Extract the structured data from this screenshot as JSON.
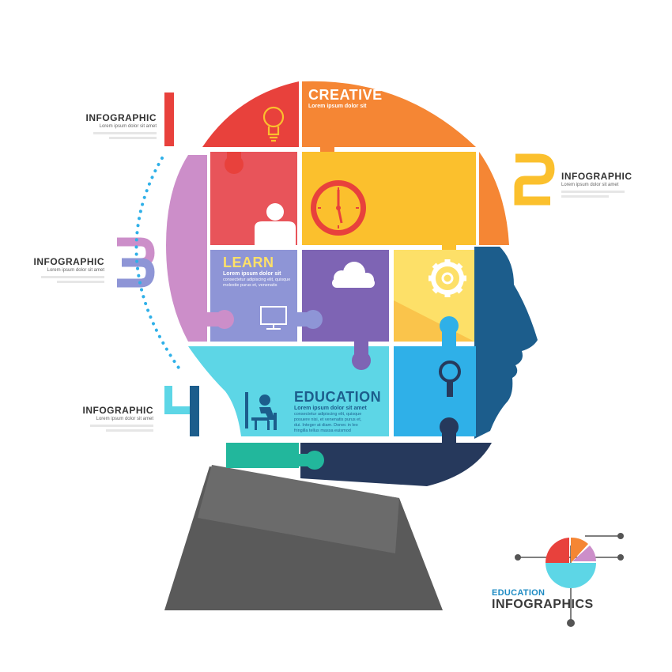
{
  "colors": {
    "red": "#e8413c",
    "orange": "#f58634",
    "yellow": "#fbc02d",
    "lightyellow": "#fde068",
    "pink": "#e8545a",
    "purple": "#7e64b4",
    "lavender": "#cc8ec9",
    "periwinkle": "#8e95d6",
    "cyan": "#5dd6e6",
    "blue": "#2fb0e8",
    "darkblue": "#1c5d8c",
    "navy": "#26395c",
    "teal": "#22b79c",
    "gray": "#5a5a5a",
    "darkgray": "#3d3d3d"
  },
  "labels": {
    "item1": {
      "title": "INFOGRAPHIC",
      "subtitle": "Lorem ipsum dolor sit amet",
      "number": "1"
    },
    "item2": {
      "title": "INFOGRAPHIC",
      "subtitle": "Lorem ipsum dolor sit amet",
      "number": "2"
    },
    "item3": {
      "title": "INFOGRAPHIC",
      "subtitle": "Lorem ipsum dolor sit amet",
      "number": "3"
    },
    "item4": {
      "title": "INFOGRAPHIC",
      "subtitle": "Lorem ipsum dolor sit amet",
      "number": "4"
    }
  },
  "pieces": {
    "creative": {
      "title": "CREATIVE",
      "subtitle": "Lorem ipsum dolor sit"
    },
    "learn": {
      "title": "LEARN",
      "subtitle": "Lorem ipsum dolor sit",
      "body": [
        "consectetur adipiscing elit, quisque",
        "molestie purus et, venenatis"
      ]
    },
    "education": {
      "title": "EDUCATION",
      "subtitle": "Lorem ipsum dolor sit amet",
      "body": [
        "consectetur adipiscing elit, quisque",
        "posuere nisi, et venenatis purus et,",
        "dui. Integer at diam. Donec in leo",
        "fringilla tellus massa euismod"
      ]
    }
  },
  "icons": {
    "creative": "lightbulb-icon",
    "time": "clock-icon",
    "person": "person-icon",
    "cloud": "cloud-icon",
    "settings": "gear-icon",
    "computer": "monitor-icon",
    "search": "magnifier-icon",
    "study": "student-desk-icon"
  },
  "footer": {
    "line1": "EDUCATION",
    "line2": "INFOGRAPHICS"
  }
}
